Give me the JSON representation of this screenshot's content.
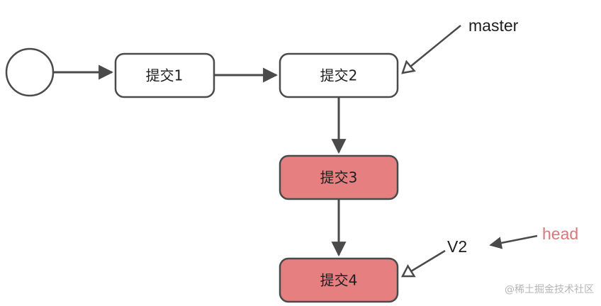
{
  "colors": {
    "stroke": "#4a4a4a",
    "white_fill": "#ffffff",
    "highlight_fill": "#e57f80",
    "head_text": "#d9787a",
    "watermark": "#b5b5b5"
  },
  "nodes": {
    "commit1": {
      "label": "提交1"
    },
    "commit2": {
      "label": "提交2"
    },
    "commit3": {
      "label": "提交3"
    },
    "commit4": {
      "label": "提交4"
    }
  },
  "refs": {
    "master": "master",
    "v2": "V2",
    "head": "head"
  },
  "watermark": "@稀土掘金技术社区"
}
